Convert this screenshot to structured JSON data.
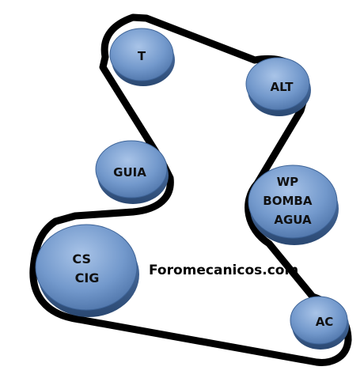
{
  "diagram": {
    "watermark": "Foromecanicos.com",
    "colors": {
      "pulley_fill": "#6f96c9",
      "pulley_top": "#9dbbe3",
      "pulley_rim": "#2e4f7a",
      "belt": "#000000",
      "background": "#ffffff"
    },
    "pulleys": [
      {
        "id": "t",
        "lines": [
          "T"
        ]
      },
      {
        "id": "alt",
        "lines": [
          "ALT"
        ]
      },
      {
        "id": "guia",
        "lines": [
          "GUIA"
        ]
      },
      {
        "id": "wp",
        "lines": [
          "WP",
          "BOMBA",
          "AGUA"
        ]
      },
      {
        "id": "cs",
        "lines": [
          "CS",
          "CIG"
        ]
      },
      {
        "id": "ac",
        "lines": [
          "AC"
        ]
      }
    ]
  }
}
